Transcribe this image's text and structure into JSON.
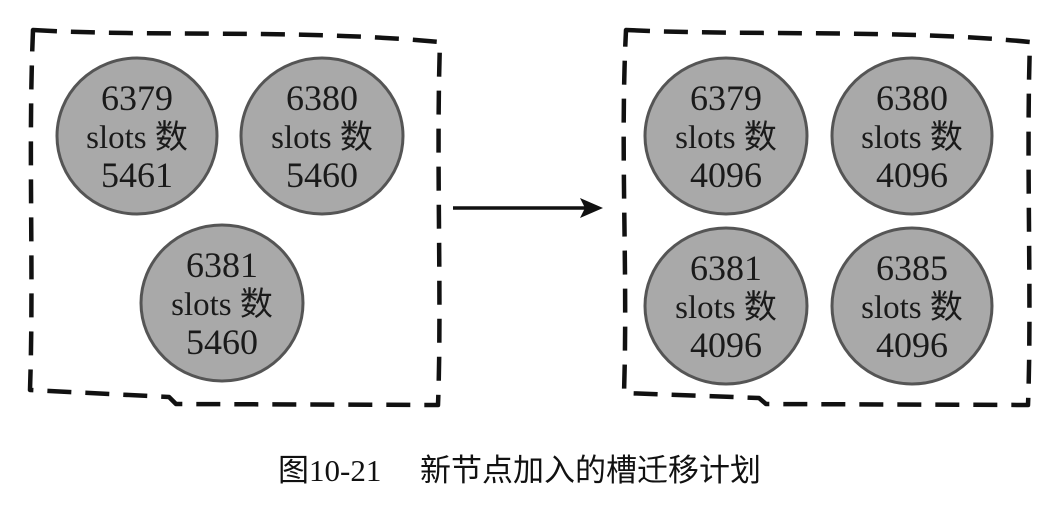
{
  "before": {
    "nodes": [
      {
        "port": "6379",
        "slots_label": "slots 数",
        "slot_count": "5461"
      },
      {
        "port": "6380",
        "slots_label": "slots 数",
        "slot_count": "5460"
      },
      {
        "port": "6381",
        "slots_label": "slots 数",
        "slot_count": "5460"
      }
    ]
  },
  "after": {
    "nodes": [
      {
        "port": "6379",
        "slots_label": "slots 数",
        "slot_count": "4096"
      },
      {
        "port": "6380",
        "slots_label": "slots 数",
        "slot_count": "4096"
      },
      {
        "port": "6381",
        "slots_label": "slots 数",
        "slot_count": "4096"
      },
      {
        "port": "6385",
        "slots_label": "slots 数",
        "slot_count": "4096"
      }
    ]
  },
  "caption": {
    "figure_number": "图10-21",
    "title": "新节点加入的槽迁移计划"
  },
  "colors": {
    "node_fill": "#a9a9a9",
    "node_stroke": "#555555",
    "border": "#111111",
    "arrow": "#111111"
  }
}
